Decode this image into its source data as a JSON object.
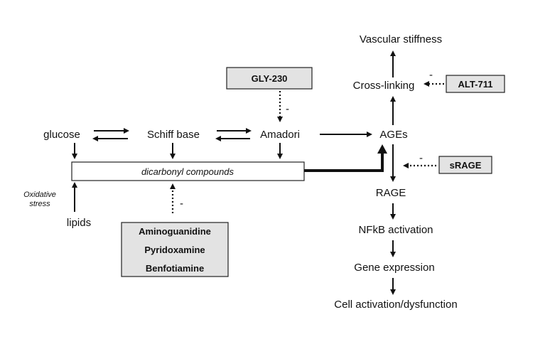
{
  "nodes": {
    "vascular_stiffness": "Vascular stiffness",
    "cross_linking": "Cross-linking",
    "alt711": "ALT-711",
    "gly230": "GLY-230",
    "glucose": "glucose",
    "schiff_base": "Schiff base",
    "amadori": "Amadori",
    "ages": "AGEs",
    "dicarbonyl": "dicarbonyl compounds",
    "oxidative_line1": "Oxidative",
    "oxidative_line2": "stress",
    "lipids": "lipids",
    "srage": "sRAGE",
    "rage": "RAGE",
    "nfkb": "NFkB activation",
    "gene_expression": "Gene expression",
    "cell_activation": "Cell activation/dysfunction",
    "inhibitors": [
      "Aminoguanidine",
      "Pyridoxamine",
      "Benfotiamine"
    ]
  },
  "inhibit_sign": "-"
}
